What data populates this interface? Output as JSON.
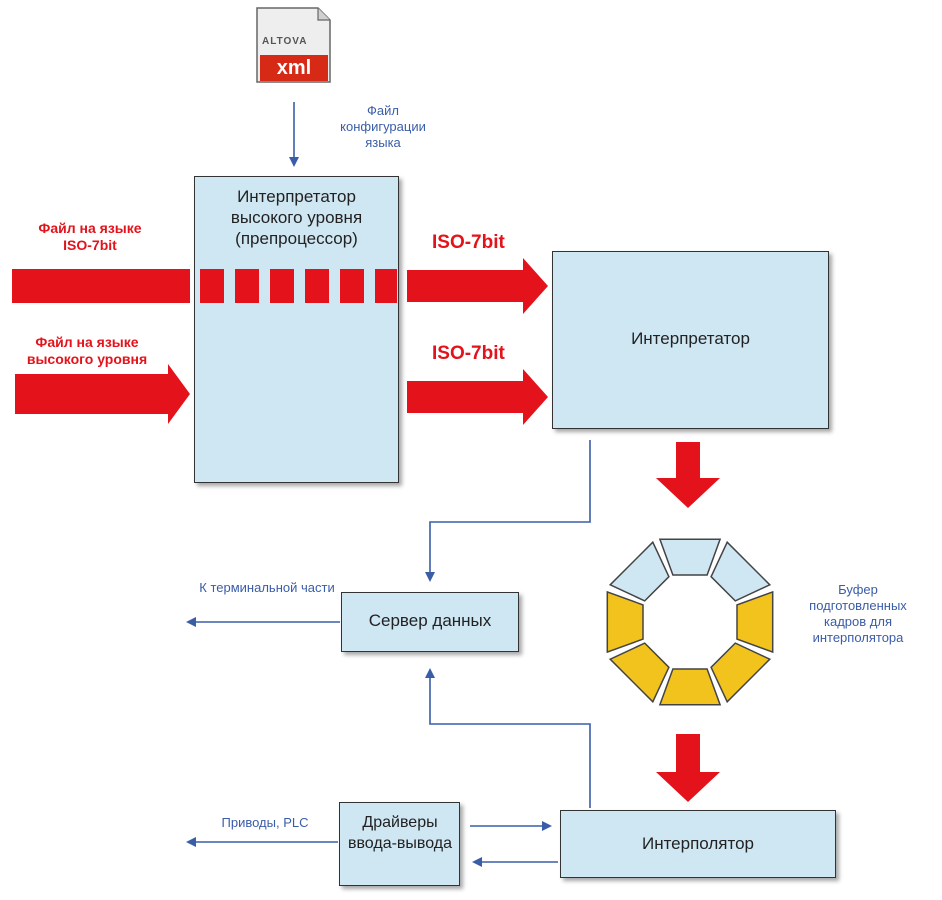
{
  "file_icon": {
    "brand": "ALTOVA",
    "ext": "xml"
  },
  "labels": {
    "config_file": "Файл конфигурации языка",
    "iso_file": "Файл на языке ISO-7bit",
    "hl_file": "Файл на языке высокого уровня",
    "iso_top": "ISO-7bit",
    "iso_bottom": "ISO-7bit",
    "terminal": "К терминальной части",
    "buffer": "Буфер подготовленных кадров для интерполятора",
    "drives": "Приводы, PLC"
  },
  "boxes": {
    "preprocessor": "Интерпретатор высокого уровня (препроцессор)",
    "interpreter": "Интерпретатор",
    "data_server": "Сервер данных",
    "io_drivers": "Драйверы ввода-вывода",
    "interpolator": "Интерполятор"
  },
  "colors": {
    "arrow_red": "#e4121a",
    "box_fill": "#cfe6f3",
    "segment_yellow": "#f2c31d",
    "flow_blue": "#3a5da8"
  }
}
